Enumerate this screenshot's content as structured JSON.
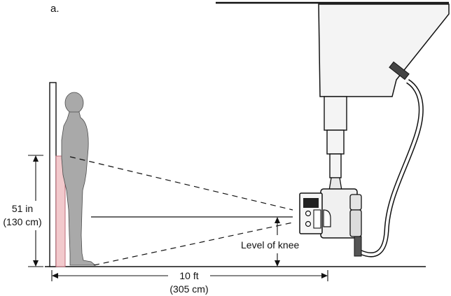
{
  "panel_label": "a.",
  "height": {
    "line1": "51 in",
    "line2": "(130 cm)"
  },
  "knee_label": "Level of knee",
  "distance": {
    "line1": "10 ft",
    "line2": "(305 cm)"
  },
  "colors": {
    "ink": "#111111",
    "figure_fill": "#a9a9a9",
    "detector_fill": "#f2c9cc",
    "tube_fill": "#f4f4f4"
  }
}
